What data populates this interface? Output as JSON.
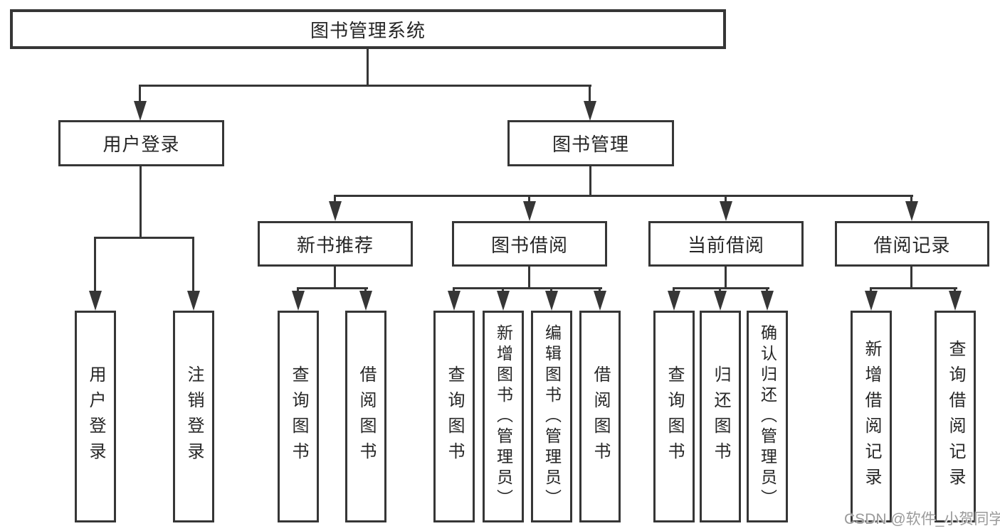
{
  "diagram": {
    "title": "图书管理系统",
    "level2": [
      {
        "label": "用户登录"
      },
      {
        "label": "图书管理"
      }
    ],
    "level3": [
      {
        "label": "新书推荐"
      },
      {
        "label": "图书借阅"
      },
      {
        "label": "当前借阅"
      },
      {
        "label": "借阅记录"
      }
    ],
    "leaves": [
      {
        "label": "用户登录"
      },
      {
        "label": "注销登录"
      },
      {
        "label": "查询图书"
      },
      {
        "label": "借阅图书"
      },
      {
        "label": "查询图书"
      },
      {
        "label": "新增图书（管理员）"
      },
      {
        "label": "编辑图书（管理员）"
      },
      {
        "label": "借阅图书"
      },
      {
        "label": "查询图书"
      },
      {
        "label": "归还图书"
      },
      {
        "label": "确认归还（管理员）"
      },
      {
        "label": "新增借阅记录"
      },
      {
        "label": "查询借阅记录"
      }
    ],
    "watermark": "CSDN @软件_小贺同学",
    "colors": {
      "line": "#363636",
      "text": "#262626",
      "watermark": "#9a9a9a",
      "background": "#ffffff"
    }
  }
}
